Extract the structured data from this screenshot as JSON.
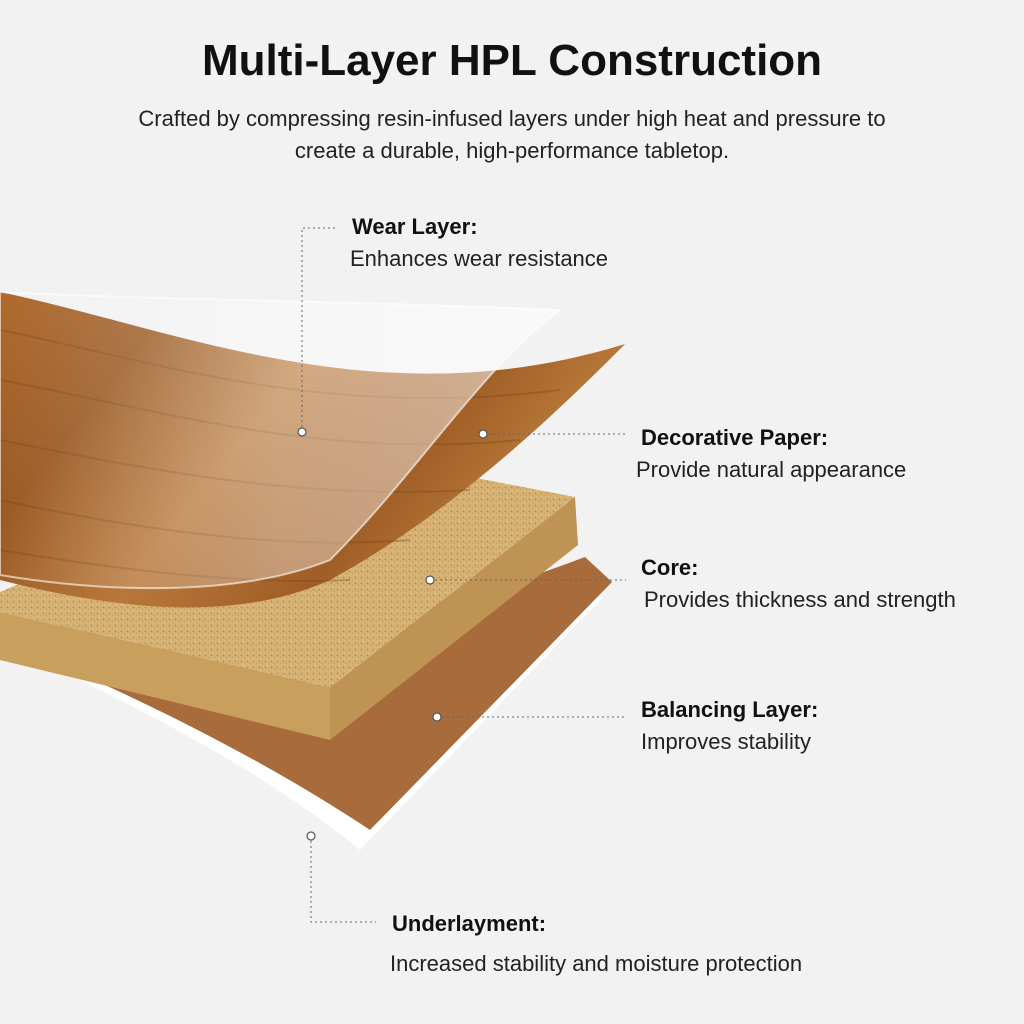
{
  "header": {
    "title": "Multi-Layer HPL Construction",
    "subtitle": "Crafted by compressing resin-infused layers under high heat and pressure to create a durable, high-performance tabletop."
  },
  "layers": [
    {
      "name": "Wear Layer:",
      "description": "Enhances wear resistance"
    },
    {
      "name": "Decorative Paper:",
      "description": "Provide natural appearance"
    },
    {
      "name": "Core:",
      "description": "Provides thickness and strength"
    },
    {
      "name": "Balancing Layer:",
      "description": "Improves stability"
    },
    {
      "name": "Underlayment:",
      "description": "Increased stability and moisture protection"
    }
  ],
  "colors": {
    "background": "#f2f2f2",
    "wood": "#a8652a",
    "core": "#d9b477",
    "balancing": "#a86b3c",
    "underlayment": "#ffffff"
  }
}
